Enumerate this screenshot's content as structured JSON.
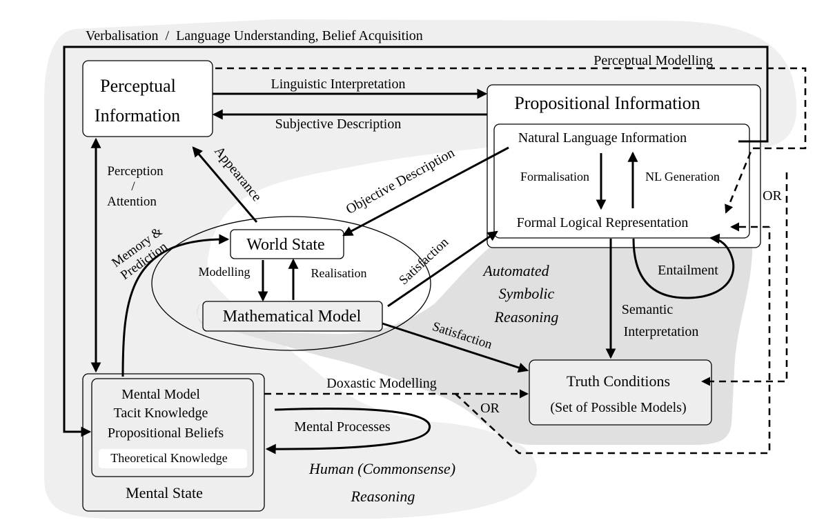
{
  "nodes": {
    "perceptual_information": [
      "Perceptual",
      "Information"
    ],
    "propositional_information": "Propositional Information",
    "natural_language_information": "Natural Language Information",
    "formal_logical_representation": "Formal Logical Representation",
    "world_state": "World State",
    "mathematical_model": "Mathematical Model",
    "truth_conditions": [
      "Truth Conditions",
      "(Set of Possible Models)"
    ],
    "mental_state": "Mental State",
    "mental_state_items": [
      "Mental Model",
      "Tacit Knowledge",
      "Propositional Beliefs"
    ],
    "theoretical_knowledge": "Theoretical Knowledge"
  },
  "edges": {
    "verbalisation": "Verbalisation  /  Language Understanding, Belief Acquisition",
    "perceptual_modelling": "Perceptual Modelling",
    "linguistic_interpretation": "Linguistic Interpretation",
    "subjective_description": "Subjective Description",
    "perception_attention": [
      "Perception",
      "/",
      "Attention"
    ],
    "appearance": "Appearance",
    "objective_description": "Objective Description",
    "memory_prediction": [
      "Memory &",
      "Prediction"
    ],
    "modelling": "Modelling",
    "realisation": "Realisation",
    "formalisation": "Formalisation",
    "nl_generation": "NL Generation",
    "satisfaction_upper": "Satisfaction",
    "satisfaction_lower": "Satisfaction",
    "entailment": "Entailment",
    "semantic_interpretation": [
      "Semantic",
      "Interpretation"
    ],
    "doxastic_modelling": "Doxastic Modelling",
    "mental_processes": "Mental Processes",
    "or_right": "OR",
    "or_bottom": "OR"
  },
  "regions": {
    "automated_symbolic_reasoning": [
      "Automated",
      "Symbolic",
      "Reasoning"
    ],
    "human_reasoning": [
      "Human (Commonsense)",
      "Reasoning"
    ]
  },
  "colors": {
    "outer_region": "#efefef",
    "automated_region": "#e0e0e0",
    "box_fill": "#ffffff",
    "stroke": "#000000"
  }
}
